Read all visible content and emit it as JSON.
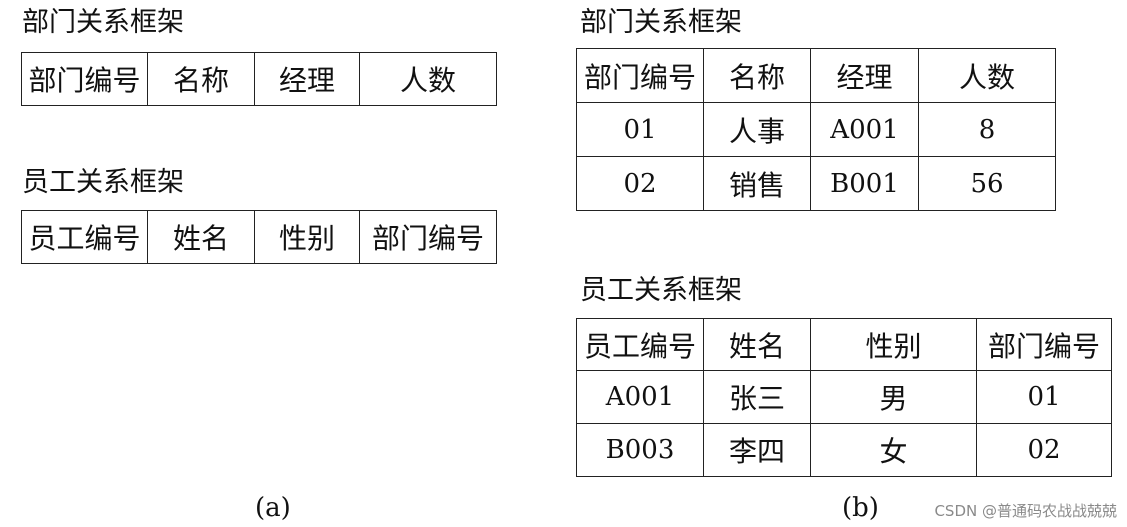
{
  "panel_a": {
    "dept_title": "部门关系框架",
    "dept_headers": [
      "部门编号",
      "名称",
      "经理",
      "人数"
    ],
    "emp_title": "员工关系框架",
    "emp_headers": [
      "员工编号",
      "姓名",
      "性别",
      "部门编号"
    ],
    "caption": "(a)"
  },
  "panel_b": {
    "dept_title": "部门关系框架",
    "dept_headers": [
      "部门编号",
      "名称",
      "经理",
      "人数"
    ],
    "dept_rows": [
      [
        "01",
        "人事",
        "A001",
        "8"
      ],
      [
        "02",
        "销售",
        "B001",
        "56"
      ]
    ],
    "emp_title": "员工关系框架",
    "emp_headers": [
      "员工编号",
      "姓名",
      "性别",
      "部门编号"
    ],
    "emp_rows": [
      [
        "A001",
        "张三",
        "男",
        "01"
      ],
      [
        "B003",
        "李四",
        "女",
        "02"
      ]
    ],
    "caption": "(b)"
  },
  "watermark": "CSDN @普通码农战战兢兢"
}
